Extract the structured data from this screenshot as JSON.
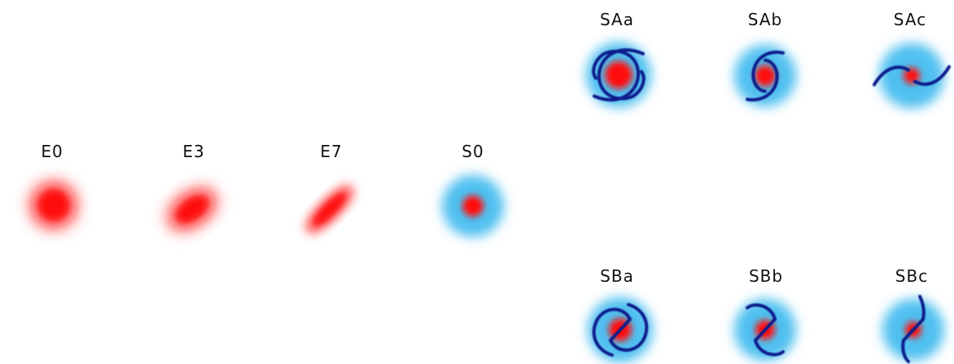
{
  "colors": {
    "bulge": "#ff0a0a",
    "disk": "#4fc0f0",
    "arm": "#0a1a8c",
    "background": "#ffffff",
    "label": "#111111"
  },
  "galaxies": {
    "e0": {
      "label": "E0",
      "class": "elliptical",
      "ellipticity": 0
    },
    "e3": {
      "label": "E3",
      "class": "elliptical",
      "ellipticity": 3
    },
    "e7": {
      "label": "E7",
      "class": "elliptical",
      "ellipticity": 7
    },
    "s0": {
      "label": "S0",
      "class": "lenticular"
    },
    "saa": {
      "label": "SAa",
      "class": "spiral",
      "barred": false
    },
    "sab": {
      "label": "SAb",
      "class": "spiral",
      "barred": false
    },
    "sac": {
      "label": "SAc",
      "class": "spiral",
      "barred": false
    },
    "sba": {
      "label": "SBa",
      "class": "spiral",
      "barred": true
    },
    "sbb": {
      "label": "SBb",
      "class": "spiral",
      "barred": true
    },
    "sbc": {
      "label": "SBc",
      "class": "spiral",
      "barred": true
    }
  }
}
